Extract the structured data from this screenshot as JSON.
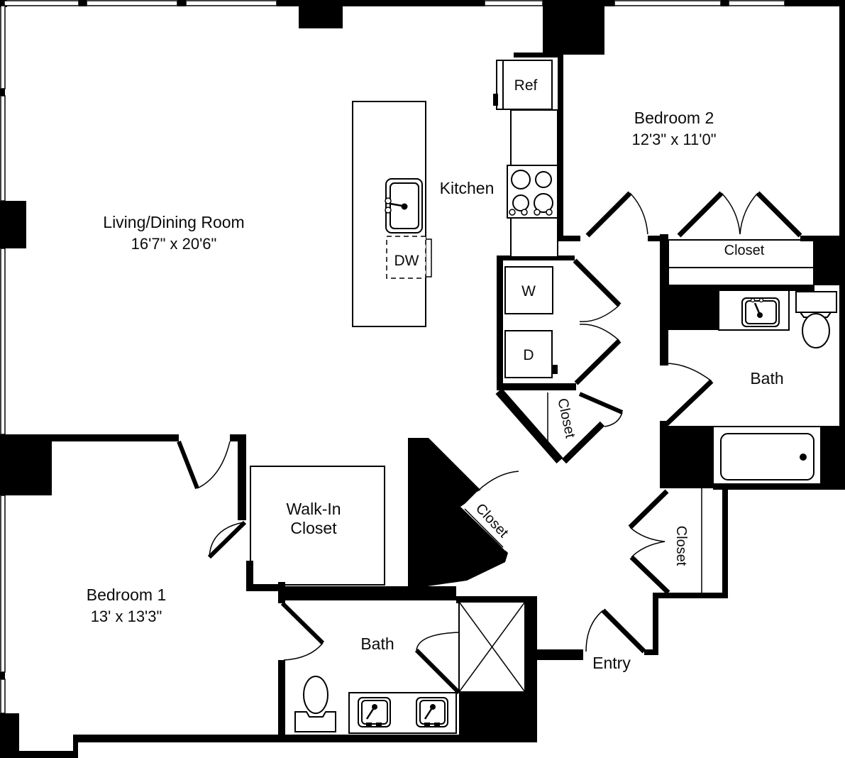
{
  "plan": {
    "rooms": {
      "living": {
        "label": "Living/Dining Room",
        "dims": "16'7\" x 20'6\""
      },
      "kitchen": {
        "label": "Kitchen"
      },
      "bedroom2": {
        "label": "Bedroom 2",
        "dims": "12'3\" x 11'0\""
      },
      "bedroom1": {
        "label": "Bedroom 1",
        "dims": "13' x 13'3\""
      },
      "bath_upper": {
        "label": "Bath"
      },
      "bath_lower": {
        "label": "Bath"
      },
      "entry": {
        "label": "Entry"
      },
      "walk_in_closet": {
        "line1": "Walk-In",
        "line2": "Closet"
      },
      "closet_bedroom2": {
        "label": "Closet"
      },
      "closet_hall_upper": {
        "label": "Closet"
      },
      "closet_hall_lower": {
        "label": "Closet"
      },
      "closet_entry": {
        "label": "Closet"
      }
    },
    "appliances": {
      "refrigerator": "Ref",
      "dishwasher": "DW",
      "washer": "W",
      "dryer": "D"
    },
    "colors": {
      "wall": "#000000",
      "background": "#ffffff"
    }
  }
}
